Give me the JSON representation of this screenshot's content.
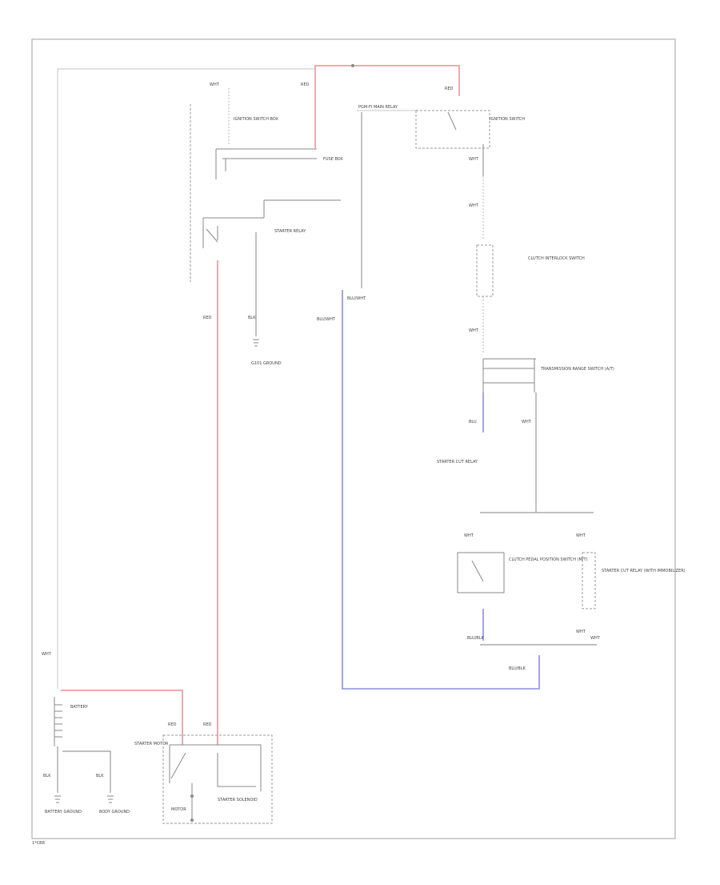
{
  "diagram": {
    "footer_code": "1*CBR",
    "labels": {
      "wire_top_left": "WHT",
      "wire_red_top": "RED",
      "wire_red_main": "RED",
      "wire_red_right_top": "RED",
      "ignition_sw_top": "IGNITION SWITCH BOX",
      "fuse_block_note": "FUSE BOX",
      "starter_relay": "STARTER RELAY",
      "wire_blk": "BLK",
      "ground_g101": "G101 GROUND",
      "pgm_fi_main_relay": "PGM-FI MAIN RELAY",
      "wire_blu_main": "BLU/WHT",
      "ignition_switch": "IGNITION SWITCH",
      "wire_wht_right": "WHT",
      "wire_right_mid": "WHT",
      "clutch_interlock_switch": "CLUTCH INTERLOCK SWITCH",
      "wire_right_low": "WHT",
      "transmission_range_switch": "TRANSMISSION RANGE SWITCH (A/T)",
      "wire_blu_right": "BLU",
      "wire_wht_right2": "WHT",
      "starter_cut_relay": "STARTER CUT RELAY",
      "wire_lower_left": "WHT",
      "wire_lower_right": "WHT",
      "clutch_pedal_switch": "CLUTCH PEDAL POSITION SWITCH (M/T)",
      "wire_lower_right2": "WHT",
      "starter_cut_relay_2": "STARTER CUT RELAY (WITH IMMOBILIZER)",
      "wire_blu_bottom": "BLU/BLK",
      "wire_bottom_right": "WHT",
      "wire_blu_bottom_right": "BLU/BLK",
      "wire_left_vertical": "WHT",
      "battery": "BATTERY",
      "wire_blk_left": "BLK",
      "wire_blk_right": "BLK",
      "battery_ground": "BATTERY GROUND",
      "body_ground": "BODY GROUND",
      "wire_red_bottom_left": "RED",
      "wire_red_bottom_right": "RED",
      "starter_motor_label": "STARTER MOTOR",
      "starter_solenoid": "STARTER SOLENOID",
      "motor": "MOTOR"
    },
    "colors": {
      "wire_red": "#f3a8ad",
      "wire_blue": "#8e8ee2",
      "wire_gray": "#9a9a9a",
      "frame": "#b0b0b0"
    }
  }
}
